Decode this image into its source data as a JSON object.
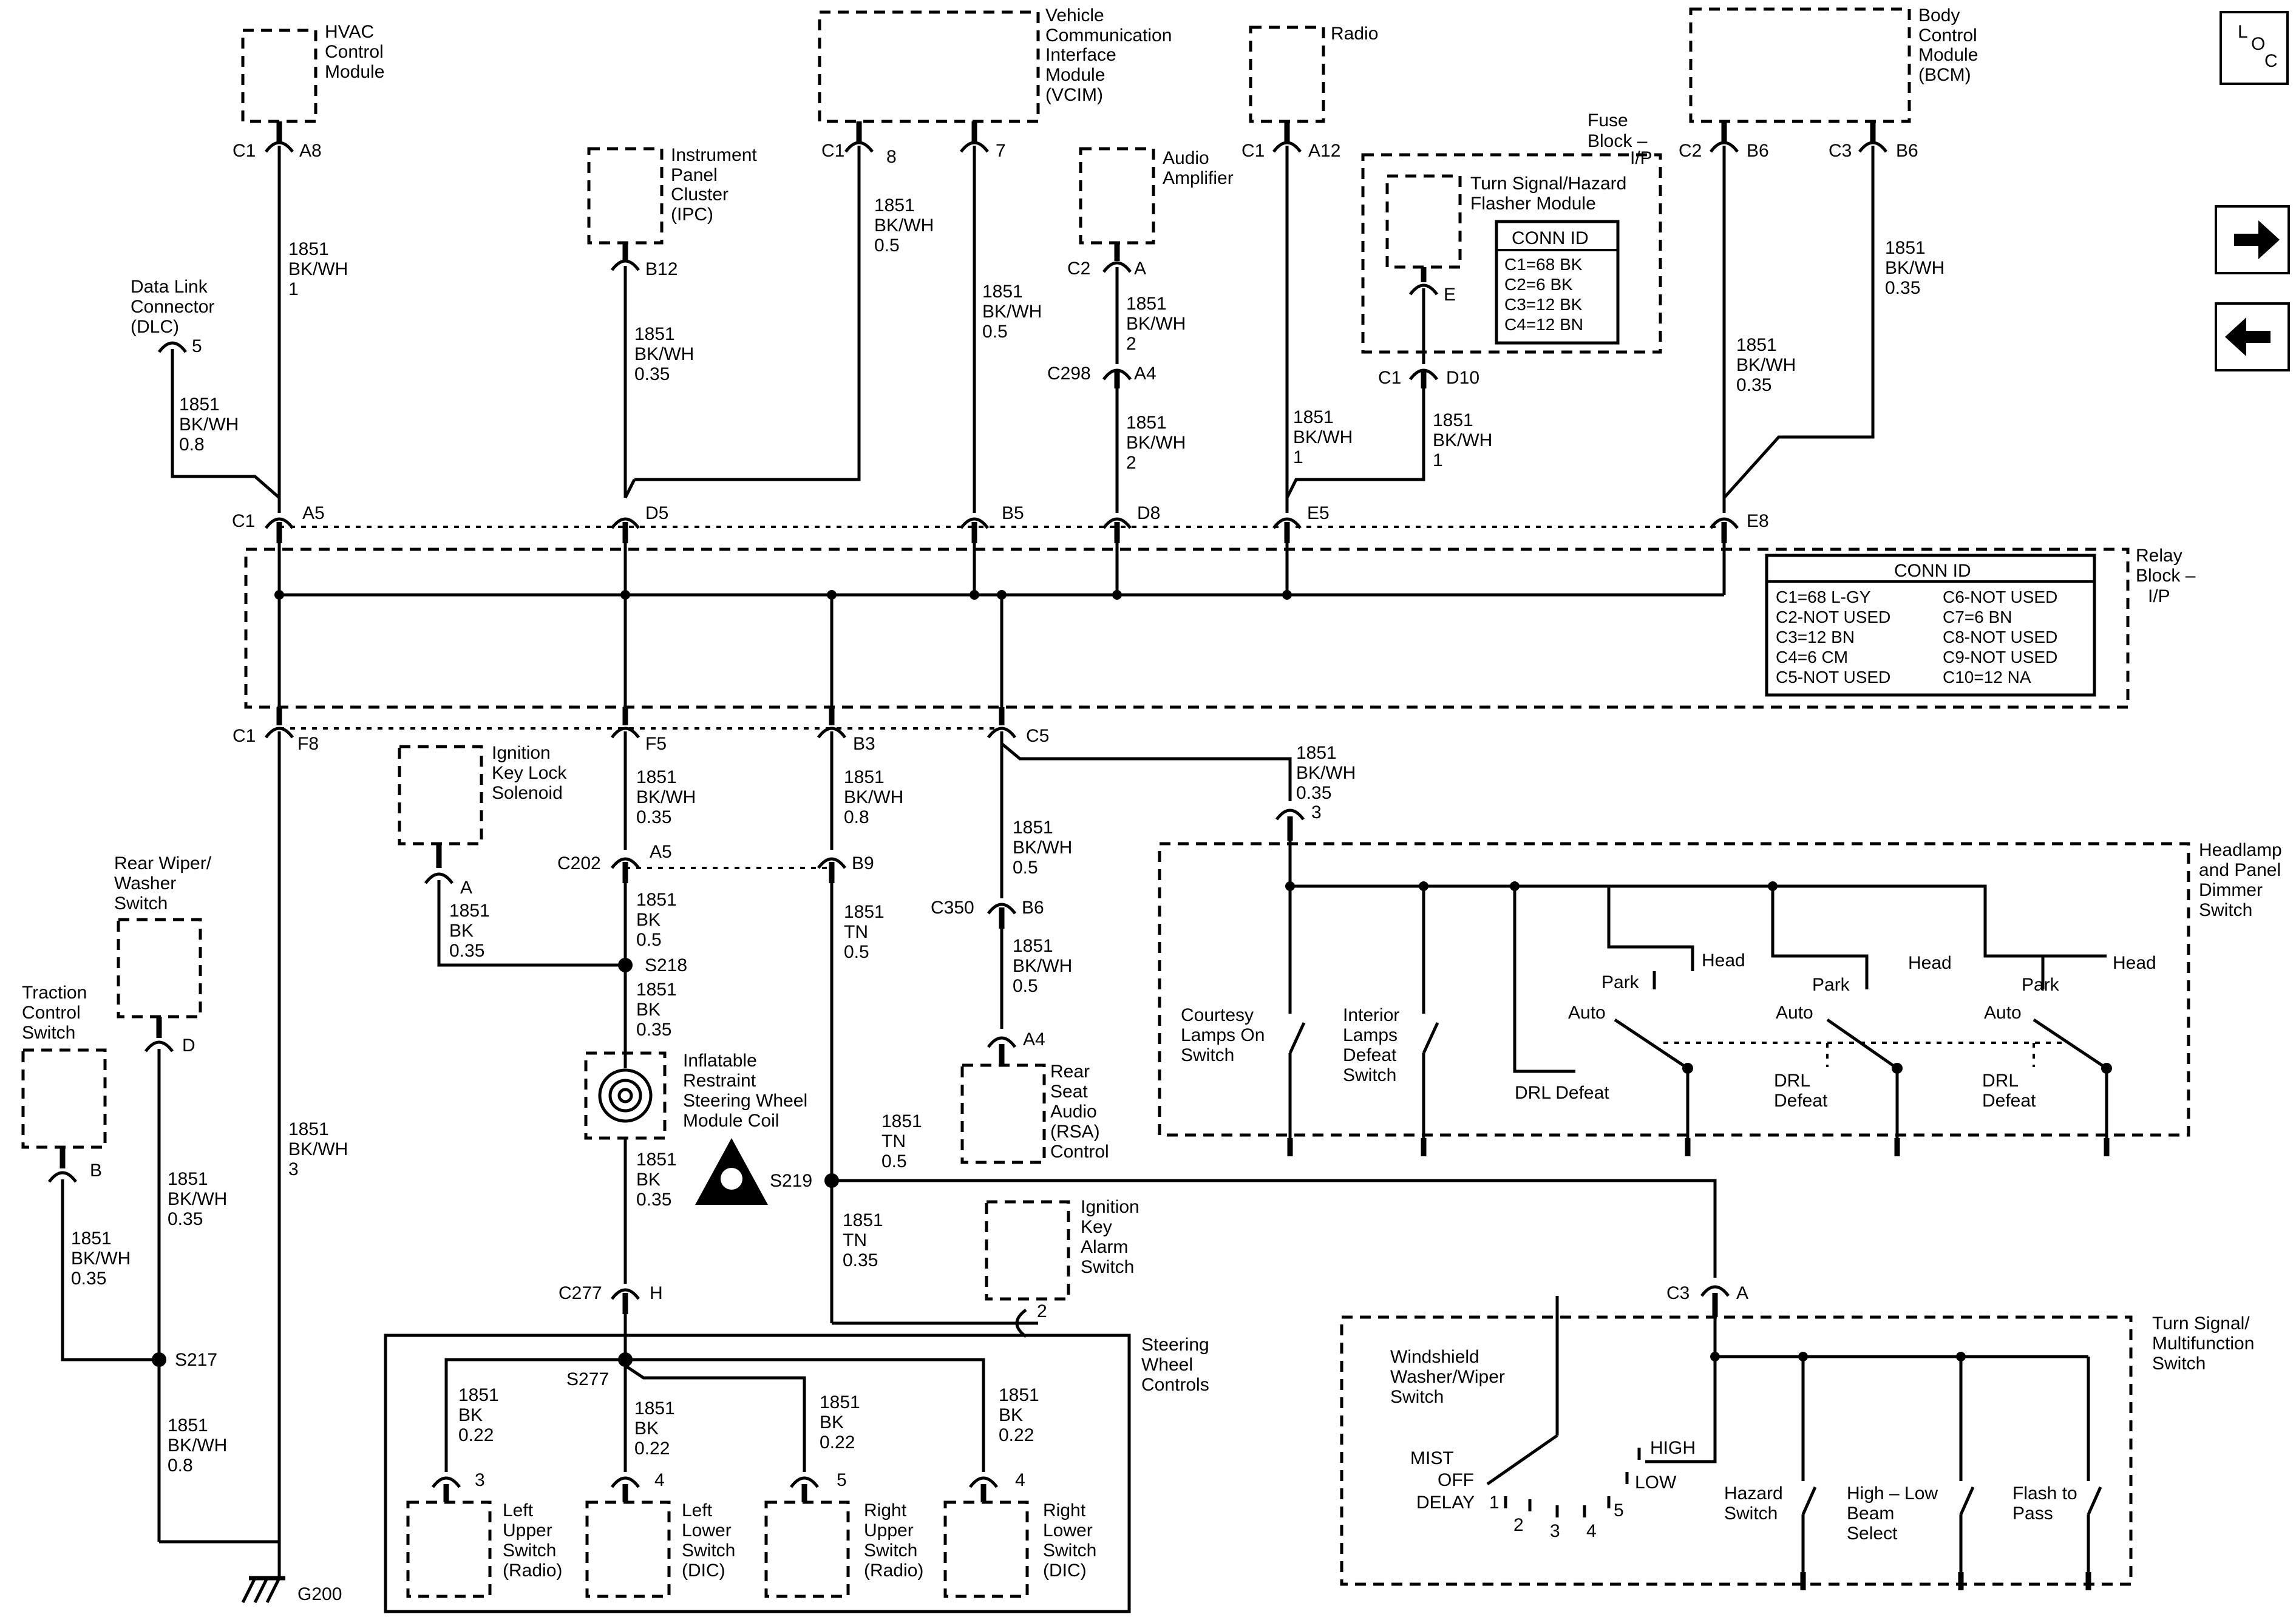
{
  "nav": {
    "loc_label": "L O C"
  },
  "components": {
    "hvac": "HVAC Control Module",
    "vcim": "Vehicle Communication Interface Module (VCIM)",
    "radio": "Radio",
    "bcm": "Body Control Module (BCM)",
    "ipc": "Instrument Panel Cluster (IPC)",
    "audio_amp": "Audio Amplifier",
    "fuse_block": "Fuse Block – I/P",
    "flasher": "Turn Signal/Hazard Flasher Module",
    "dlc": "Data Link Connector (DLC)",
    "relay_block": "Relay Block – I/P",
    "ign_key_lock": "Ignition Key Lock Solenoid",
    "rear_wiper": "Rear Wiper/ Washer Switch",
    "traction": "Traction Control Switch",
    "inflatable": "Inflatable Restraint Steering Wheel Module Coil",
    "rsa": "Rear Seat Audio (RSA) Control",
    "ign_key_alarm": "Ignition Key Alarm Switch",
    "headlamp": "Headlamp and Panel Dimmer Switch",
    "turn_signal": "Turn Signal/ Multifunction Switch",
    "steering": "Steering Wheel Controls",
    "left_upper": "Left Upper Switch (Radio)",
    "left_lower": "Left Lower Switch (DIC)",
    "right_upper": "Right Upper Switch (Radio)",
    "right_lower": "Right Lower Switch (DIC)",
    "ground": "G200"
  },
  "conn_id_flasher": {
    "title": "CONN ID",
    "rows": [
      "C1=68 BK",
      "C2=6 BK",
      "C3=12 BK",
      "C4=12 BN"
    ]
  },
  "conn_id_relay": {
    "title": "CONN ID",
    "left": [
      "C1=68 L-GY",
      "C2-NOT USED",
      "C3=12 BN",
      "C4=6 CM",
      "C5-NOT USED"
    ],
    "right": [
      "C6-NOT USED",
      "C7=6 BN",
      "C8-NOT USED",
      "C9-NOT USED",
      "C10=12 NA"
    ]
  },
  "wires": {
    "w_hvac": [
      "1851",
      "BK/WH",
      "1"
    ],
    "w_ipc": [
      "1851",
      "BK/WH",
      "0.35"
    ],
    "w_vcim8": [
      "1851",
      "BK/WH",
      "0.5"
    ],
    "w_vcim7": [
      "1851",
      "BK/WH",
      "0.5"
    ],
    "w_amp1": [
      "1851",
      "BK/WH",
      "2"
    ],
    "w_amp2": [
      "1851",
      "BK/WH",
      "2"
    ],
    "w_radio": [
      "1851",
      "BK/WH",
      "1"
    ],
    "w_flasher": [
      "1851",
      "BK/WH",
      "1"
    ],
    "w_bcm_c2": [
      "1851",
      "BK/WH",
      "0.35"
    ],
    "w_bcm_c3": [
      "1851",
      "BK/WH",
      "0.35"
    ],
    "w_dlc": [
      "1851",
      "BK/WH",
      "0.8"
    ],
    "w_g200": [
      "1851",
      "BK/WH",
      "3"
    ],
    "w_f5": [
      "1851",
      "BK/WH",
      "0.35"
    ],
    "w_c202": [
      "1851",
      "BK",
      "0.5"
    ],
    "w_keylock": [
      "1851",
      "BK",
      "0.35"
    ],
    "w_s218": [
      "1851",
      "BK",
      "0.35"
    ],
    "w_coil": [
      "1851",
      "BK",
      "0.35"
    ],
    "w_b3": [
      "1851",
      "BK/WH",
      "0.8"
    ],
    "w_b9": [
      "1851",
      "TN",
      "0.5"
    ],
    "w_s219_r": [
      "1851",
      "TN",
      "0.5"
    ],
    "w_s219_d": [
      "1851",
      "TN",
      "0.35"
    ],
    "w_c5": [
      "1851",
      "BK/WH",
      "0.5"
    ],
    "w_c350": [
      "1851",
      "BK/WH",
      "0.5"
    ],
    "w_c5_r": [
      "1851",
      "BK/WH",
      "0.35"
    ],
    "w_rear": [
      "1851",
      "BK/WH",
      "0.35"
    ],
    "w_trac": [
      "1851",
      "BK/WH",
      "0.35"
    ],
    "w_s217": [
      "1851",
      "BK/WH",
      "0.8"
    ],
    "w_lu": [
      "1851",
      "BK",
      "0.22"
    ],
    "w_ll": [
      "1851",
      "BK",
      "0.22"
    ],
    "w_ru": [
      "1851",
      "BK",
      "0.22"
    ],
    "w_rl": [
      "1851",
      "BK",
      "0.22"
    ]
  },
  "labels": {
    "C1": "C1",
    "C2": "C2",
    "C3": "C3",
    "A8": "A8",
    "B12": "B12",
    "p8": "8",
    "p7": "7",
    "A": "A",
    "A4": "A4",
    "A12": "A12",
    "E": "E",
    "D10": "D10",
    "B6": "B6",
    "p5": "5",
    "A5": "A5",
    "D5": "D5",
    "B5": "B5",
    "D8": "D8",
    "E5": "E5",
    "E8": "E8",
    "F8": "F8",
    "F5": "F5",
    "B3": "B3",
    "C5": "C5",
    "C298": "C298",
    "C202": "C202",
    "B9": "B9",
    "S218": "S218",
    "C350": "C350",
    "B6c": "B6",
    "S219": "S219",
    "C277": "C277",
    "H": "H",
    "S277": "S277",
    "S217": "S217",
    "D": "D",
    "B": "B",
    "p3": "3",
    "p4": "4",
    "p2": "2",
    "courtesy": "Courtesy Lamps On Switch",
    "interior": "Interior Lamps Defeat Switch",
    "drl_defeat": "DRL Defeat",
    "park": "Park",
    "head": "Head",
    "auto": "Auto",
    "drl": "DRL Defeat",
    "ww": "Windshield Washer/Wiper Switch",
    "mist": "MIST",
    "off": "OFF",
    "delay": "DELAY",
    "d1": "1",
    "d2": "2",
    "d3": "3",
    "d4": "4",
    "d5": "5",
    "high": "HIGH",
    "low": "LOW",
    "hazard": "Hazard Switch",
    "highlow": "High – Low Beam Select",
    "flash": "Flash to Pass"
  }
}
